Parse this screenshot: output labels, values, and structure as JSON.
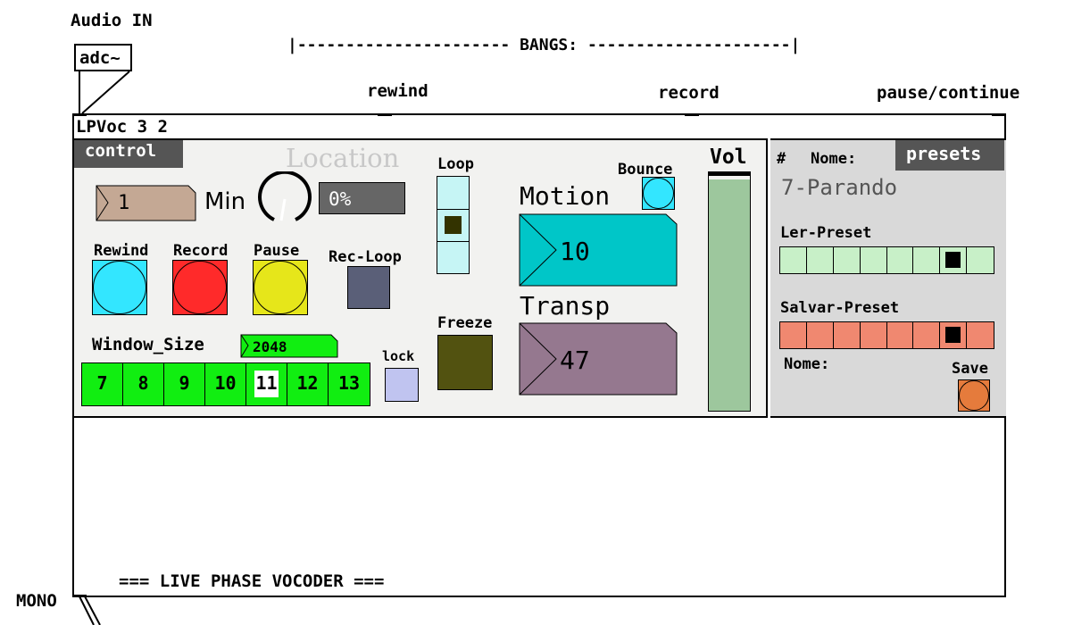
{
  "patch": {
    "audio_in_label": "Audio IN",
    "adc_object": "adc~",
    "bangs_header": "|---------------------- BANGS: ---------------------|",
    "rewind_label": "rewind",
    "record_label": "record",
    "pause_label": "pause/continue",
    "mono_label": "MONO"
  },
  "gop": {
    "title": "LPVoc 3 2",
    "footer": "=== LIVE PHASE VOCODER ==="
  },
  "control": {
    "header": "control",
    "location_label": "Location",
    "min_value": "1",
    "min_label": "Min",
    "location_value": "0%",
    "loop_label": "Loop",
    "bounce_label": "Bounce",
    "motion_label": "Motion",
    "motion_value": "10",
    "rewind_label": "Rewind",
    "record_label": "Record",
    "pause_label": "Pause",
    "recloop_label": "Rec-Loop",
    "freeze_label": "Freeze",
    "transp_label": "Transp",
    "transp_value": "47",
    "window_size_label": "Window_Size",
    "window_size_value": "2048",
    "lock_label": "lock",
    "window_options": [
      "7",
      "8",
      "9",
      "10",
      "11",
      "12",
      "13"
    ],
    "window_selected": 4,
    "vol_label": "Vol",
    "vol_level": 1.0
  },
  "presets": {
    "header": "presets",
    "hash_label": "#",
    "nome_label": "Nome:",
    "preset_name": "7-Parando",
    "ler_label": "Ler-Preset",
    "ler_selected": 6,
    "salvar_label": "Salvar-Preset",
    "salvar_selected": 6,
    "nome2_label": "Nome:",
    "save_label": "Save"
  },
  "colors": {
    "canvas_bg": "#f2f2f0",
    "presets_bg": "#d9d9d9",
    "header_bg": "#555555",
    "min_num_bg": "#c4a894",
    "location_bg": "#666666",
    "rewind": "#33e6ff",
    "record": "#ff2a2a",
    "pause": "#e6e61a",
    "recloop": "#5a5f78",
    "loop_cell": "#c6f5f5",
    "loop_mark": "#333300",
    "motion_bg": "#00c6c8",
    "transp_bg": "#95788f",
    "freeze": "#525210",
    "window_green": "#11ee11",
    "window_num_bg": "#11ee11",
    "lock": "#c0c4f0",
    "vol": "#9dc79d",
    "ler_cells": "#c8f0c8",
    "salvar_cells": "#f08870",
    "save_bang": "#e57b3c"
  }
}
